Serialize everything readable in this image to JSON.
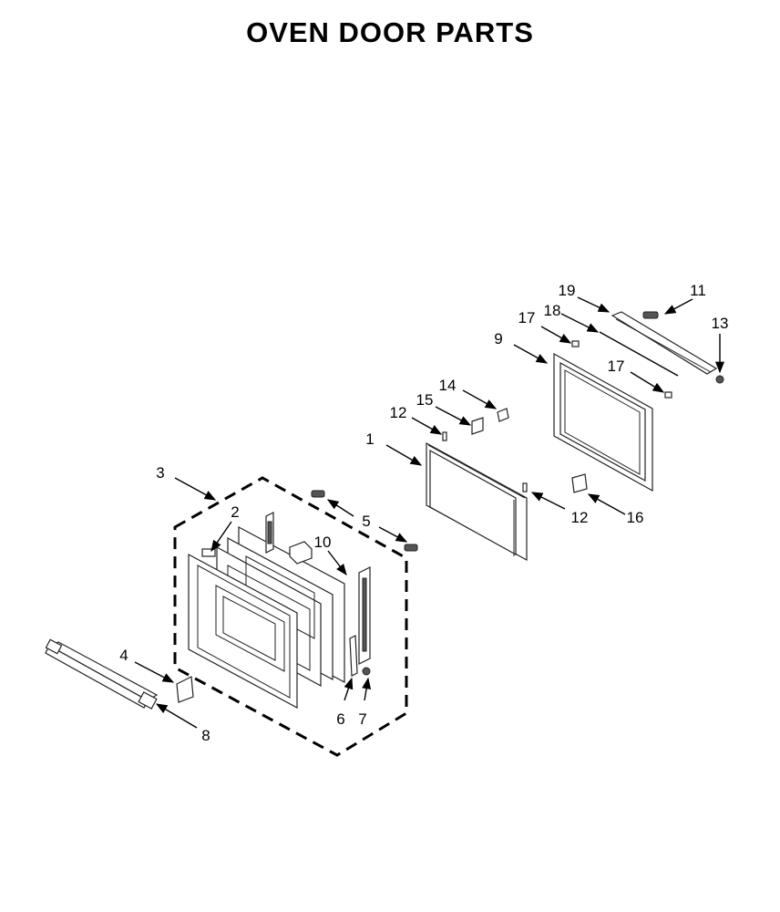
{
  "title": "OVEN DOOR PARTS",
  "callouts": [
    "1",
    "2",
    "3",
    "4",
    "5",
    "6",
    "7",
    "8",
    "9",
    "10",
    "11",
    "12",
    "12",
    "13",
    "14",
    "15",
    "16",
    "17",
    "17",
    "18",
    "19"
  ]
}
